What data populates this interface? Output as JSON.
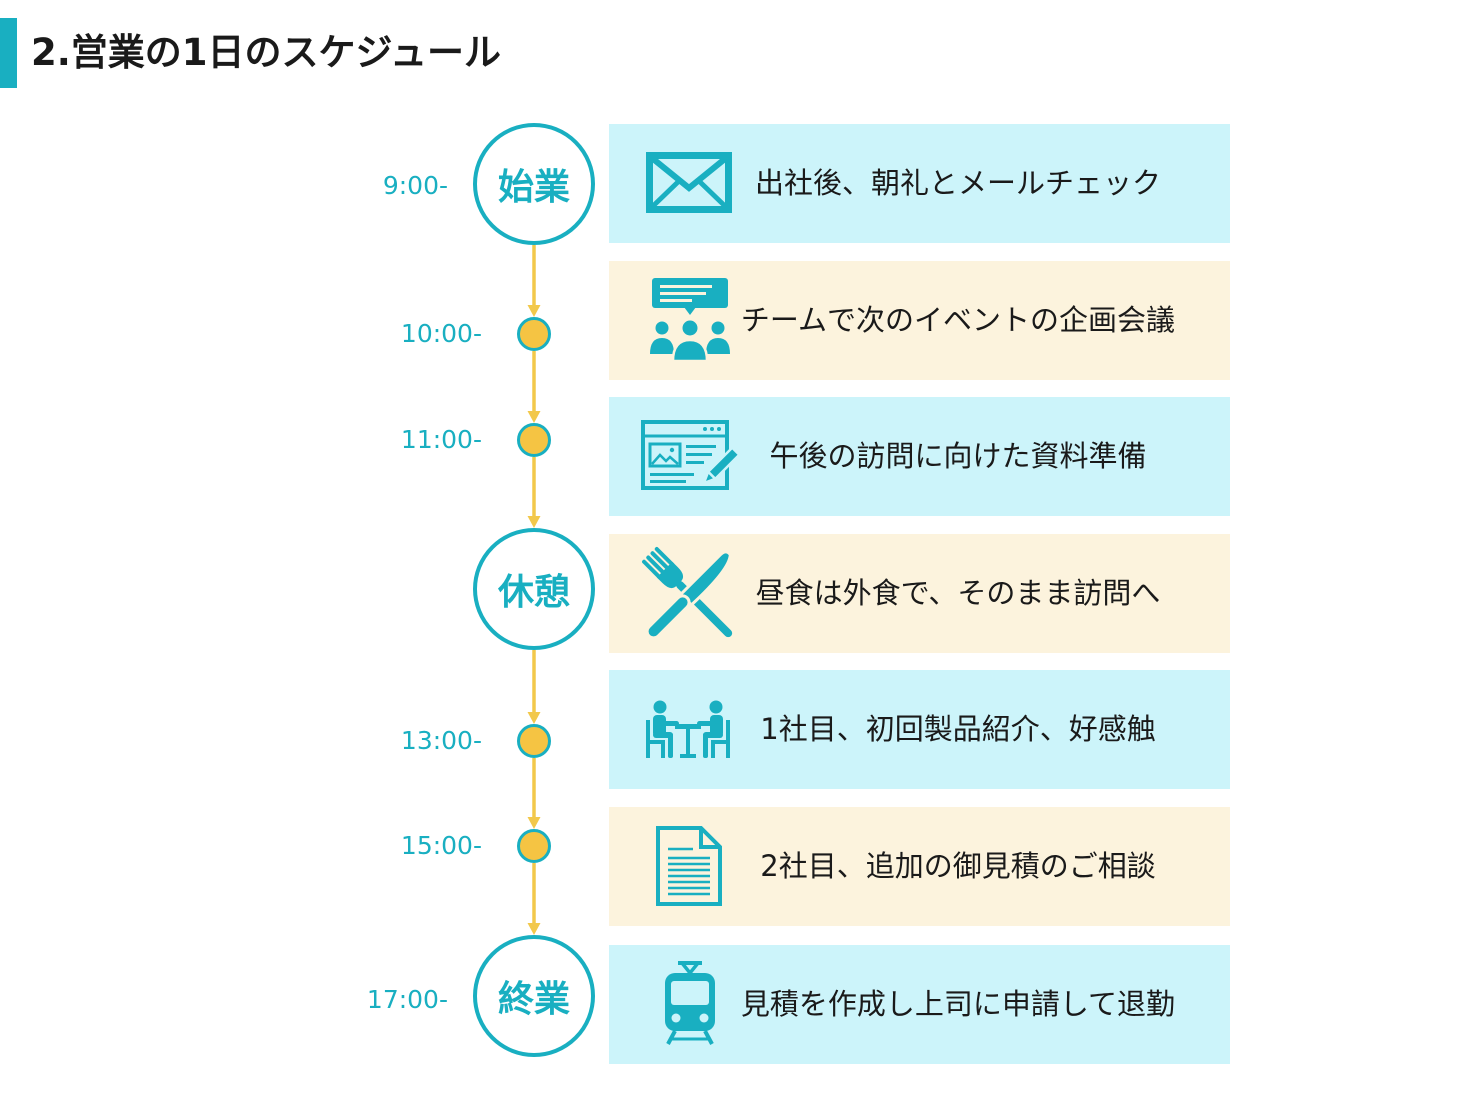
{
  "header": {
    "title": "2.営業の1日のスケジュール"
  },
  "colors": {
    "accent": "#19AFC1",
    "connector": "#F2C84B",
    "dot_fill": "#F5C443",
    "text": "#1A1A1A"
  },
  "timeline": [
    {
      "time": "9:00-",
      "milestone": "始業",
      "card_color": "#CCF4FA",
      "icon": "envelope-icon",
      "text": "出社後、朝礼とメールチェック"
    },
    {
      "time": "10:00-",
      "card_color": "#FCF3DD",
      "icon": "team-meeting-icon",
      "text": "チームで次のイベントの企画会議"
    },
    {
      "time": "11:00-",
      "card_color": "#CCF4FA",
      "icon": "document-edit-icon",
      "text": "午後の訪問に向けた資料準備"
    },
    {
      "milestone": "休憩",
      "card_color": "#FCF3DD",
      "icon": "fork-knife-icon",
      "text": "昼食は外食で、そのまま訪問へ"
    },
    {
      "time": "13:00-",
      "card_color": "#CCF4FA",
      "icon": "meeting-table-icon",
      "text": "1社目、初回製品紹介、好感触"
    },
    {
      "time": "15:00-",
      "card_color": "#FCF3DD",
      "icon": "document-icon",
      "text": "2社目、追加の御見積のご相談"
    },
    {
      "time": "17:00-",
      "milestone": "終業",
      "card_color": "#CCF4FA",
      "icon": "train-icon",
      "text": "見積を作成し上司に申請して退勤"
    }
  ]
}
